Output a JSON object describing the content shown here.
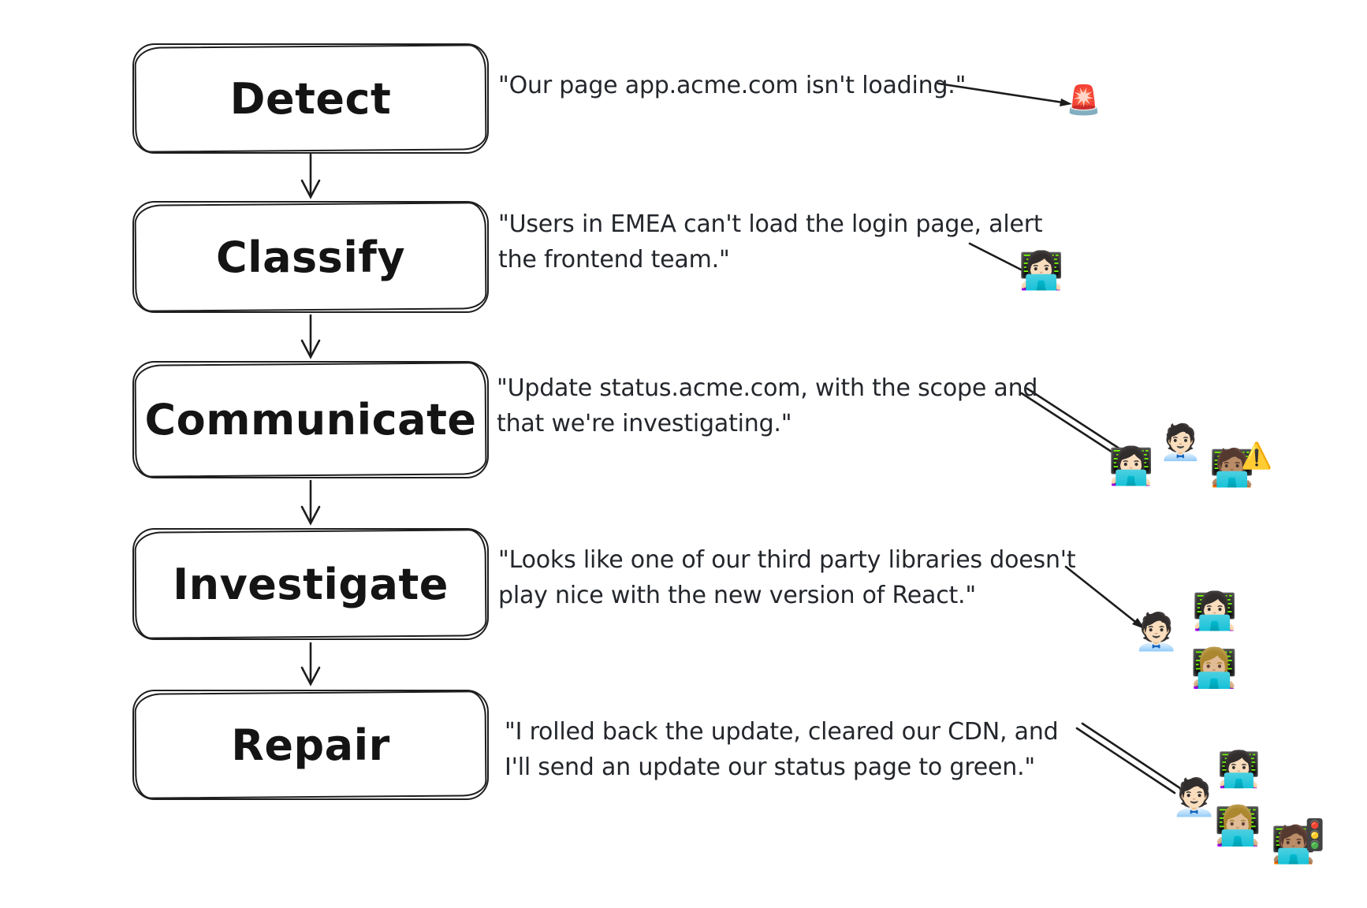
{
  "page": {
    "background": "#ffffff",
    "ink": "#1e1e1e"
  },
  "flow": {
    "steps": [
      {
        "label": "Detect",
        "quote": "\"Our page app.acme.com isn't loading.\"",
        "actors": [
          {
            "name": "siren-icon",
            "glyph": "🚨"
          }
        ]
      },
      {
        "label": "Classify",
        "quote": "\"Users in EMEA can't load the login page, alert\nthe frontend team.\"",
        "actors": [
          {
            "name": "woman-technologist-icon",
            "glyph": "👩🏻‍💻"
          }
        ]
      },
      {
        "label": "Communicate",
        "quote": "\"Update status.acme.com, with the scope and\nthat we're investigating.\"",
        "actors": [
          {
            "name": "woman-technologist-icon",
            "glyph": "👩🏻‍💻"
          },
          {
            "name": "office-worker-icon",
            "glyph": "🧑🏻‍💼"
          },
          {
            "name": "technologist-medium-skin-icon",
            "glyph": "🧑🏽‍💻"
          },
          {
            "name": "warning-icon",
            "glyph": "⚠️"
          }
        ]
      },
      {
        "label": "Investigate",
        "quote": "\"Looks like one of our third party libraries doesn't\nplay nice with the new version of React.\"",
        "actors": [
          {
            "name": "office-worker-icon",
            "glyph": "🧑🏻‍💼"
          },
          {
            "name": "woman-technologist-icon",
            "glyph": "👩🏻‍💻"
          },
          {
            "name": "woman-technologist-blonde-icon",
            "glyph": "👩🏼‍💻"
          }
        ]
      },
      {
        "label": "Repair",
        "quote": "\"I rolled back the update, cleared our CDN, and\nI'll send an update our status page to green.\"",
        "actors": [
          {
            "name": "office-worker-icon",
            "glyph": "🧑🏻‍💼"
          },
          {
            "name": "woman-technologist-icon",
            "glyph": "👩🏻‍💻"
          },
          {
            "name": "woman-technologist-blonde-icon",
            "glyph": "👩🏼‍💻"
          },
          {
            "name": "technologist-medium-skin-icon",
            "glyph": "🧑🏽‍💻"
          },
          {
            "name": "traffic-light-icon",
            "glyph": "🚦"
          }
        ]
      }
    ]
  }
}
